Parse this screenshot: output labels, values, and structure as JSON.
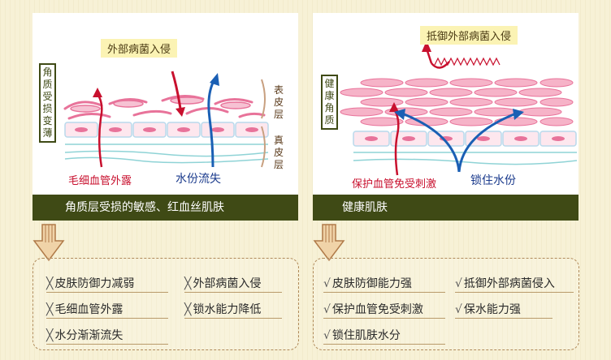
{
  "left": {
    "label_top": "外部病菌入侵",
    "label_side_left": "角质受损变薄",
    "label_side_right_top": "表皮层",
    "label_side_right_bottom": "真皮层",
    "label_red": "毛细血管外露",
    "label_blue": "水份流失",
    "caption": "角质层受损的敏感、红血丝肌肤",
    "items": [
      {
        "mark": "╳",
        "text": "皮肤防御力减弱"
      },
      {
        "mark": "╳",
        "text": "外部病菌入侵"
      },
      {
        "mark": "╳",
        "text": "毛细血管外露"
      },
      {
        "mark": "╳",
        "text": "锁水能力降低"
      },
      {
        "mark": "╳",
        "text": "水分渐渐流失"
      }
    ]
  },
  "right": {
    "label_top": "抵御外部病菌入侵",
    "label_side_left": "健康角质",
    "label_red": "保护血管免受刺激",
    "label_blue": "锁住水份",
    "caption": "健康肌肤",
    "items": [
      {
        "mark": "√",
        "text": "皮肤防御能力强"
      },
      {
        "mark": "√",
        "text": "抵御外部病菌侵入"
      },
      {
        "mark": "√",
        "text": "保护血管免受刺激"
      },
      {
        "mark": "√",
        "text": "保水能力强"
      },
      {
        "mark": "√",
        "text": "锁住肌肤水分"
      }
    ]
  },
  "colors": {
    "dark_green": "#3f4a15",
    "pink": "#e8739a",
    "red": "#c8102e",
    "blue": "#1a5fb4",
    "label_yellow": "#fbf3b4"
  }
}
